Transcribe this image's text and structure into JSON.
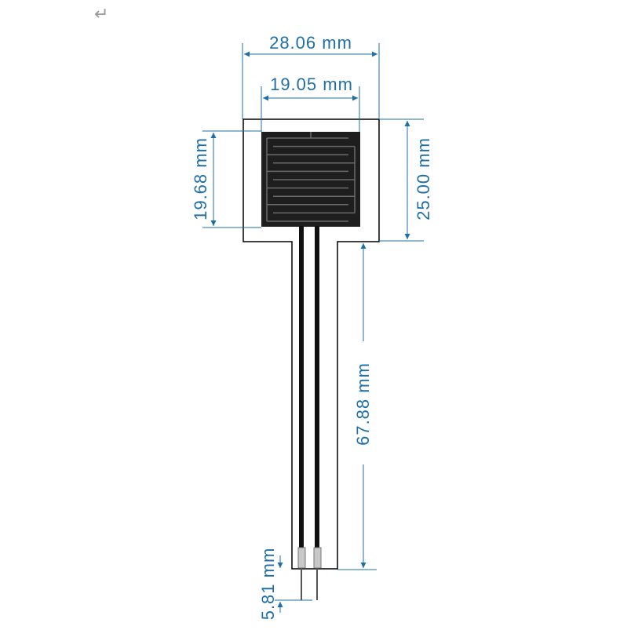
{
  "icons": {
    "return": "return-arrow-icon",
    "return_glyph": "↵"
  },
  "colors": {
    "dimension": "#1f6fa6",
    "outline": "#000000",
    "sensor": "#1e1e1e",
    "trace": "#6a6a6a",
    "pin": "#c8c8c8"
  },
  "dimensions": {
    "overall_width": "28.06 mm",
    "active_width": "19.05 mm",
    "active_height": "19.68 mm",
    "head_height": "25.00 mm",
    "tail_length": "67.88 mm",
    "pin_length": "5.81 mm"
  }
}
